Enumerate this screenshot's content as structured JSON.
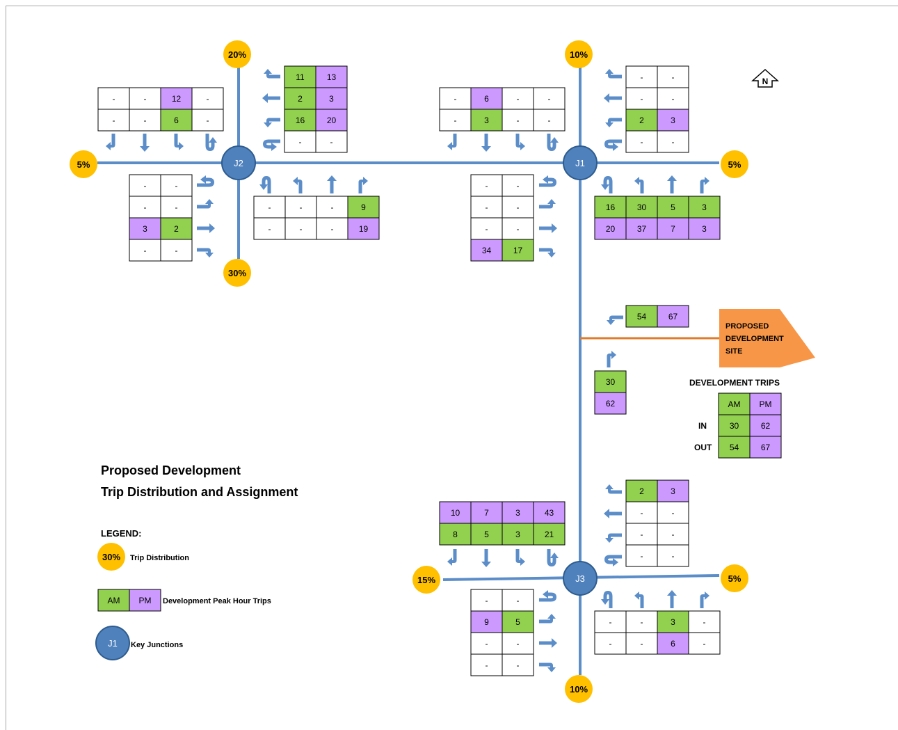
{
  "title": {
    "line1": "Proposed Development",
    "line2": "Trip Distribution and Assignment"
  },
  "north_label": "N",
  "legend": {
    "heading": "LEGEND:",
    "distribution_sample": "30%",
    "distribution_label": "Trip Distribution",
    "am": "AM",
    "pm": "PM",
    "trips_label": "Development Peak Hour Trips",
    "junction_sample": "J1",
    "junction_label": "Key Junctions"
  },
  "site_label": [
    "PROPOSED",
    "DEVELOPMENT",
    "SITE"
  ],
  "development_trips": {
    "title": "DEVELOPMENT TRIPS",
    "header": [
      "AM",
      "PM"
    ],
    "rows": [
      {
        "label": "IN",
        "am": "30",
        "pm": "62"
      },
      {
        "label": "OUT",
        "am": "54",
        "pm": "67"
      }
    ]
  },
  "colors": {
    "am": "#92d050",
    "pm": "#cc99ff",
    "empty": "#ffffff",
    "road": "#5b8dc9",
    "junction": "#4f81bd",
    "distribution": "#ffc000",
    "site": "#f79646",
    "site_access": "#e07b2a"
  },
  "junctions": [
    "J1",
    "J2",
    "J3"
  ],
  "distribution": {
    "j2_north": "20%",
    "j2_west": "5%",
    "j2_south": "30%",
    "j1_north": "10%",
    "j1_east": "5%",
    "j3_west": "15%",
    "j3_east": "5%",
    "j3_south": "10%"
  },
  "tables": {
    "j2_north": [
      [
        "-",
        "-",
        "12",
        "-"
      ],
      [
        "-",
        "-",
        "6",
        "-"
      ]
    ],
    "j2_east": [
      [
        "11",
        "13"
      ],
      [
        "2",
        "3"
      ],
      [
        "16",
        "20"
      ],
      [
        "-",
        "-"
      ]
    ],
    "j2_west": [
      [
        "-",
        "-"
      ],
      [
        "-",
        "-"
      ],
      [
        "3",
        "2"
      ],
      [
        "-",
        "-"
      ]
    ],
    "j2_south": [
      [
        "-",
        "-",
        "-",
        "9"
      ],
      [
        "-",
        "-",
        "-",
        "19"
      ]
    ],
    "j1_north": [
      [
        "-",
        "6",
        "-",
        "-"
      ],
      [
        "-",
        "3",
        "-",
        "-"
      ]
    ],
    "j1_east": [
      [
        "-",
        "-"
      ],
      [
        "-",
        "-"
      ],
      [
        "2",
        "3"
      ],
      [
        "-",
        "-"
      ]
    ],
    "j1_west": [
      [
        "-",
        "-"
      ],
      [
        "-",
        "-"
      ],
      [
        "-",
        "-"
      ],
      [
        "34",
        "17"
      ]
    ],
    "j1_south": [
      [
        "16",
        "30",
        "5",
        "3"
      ],
      [
        "20",
        "37",
        "7",
        "3"
      ]
    ],
    "site_out": [
      [
        "54",
        "67"
      ]
    ],
    "site_in": [
      [
        "30"
      ],
      [
        "62"
      ]
    ],
    "j3_north": [
      [
        "10",
        "7",
        "3",
        "43"
      ],
      [
        "8",
        "5",
        "3",
        "21"
      ]
    ],
    "j3_east": [
      [
        "2",
        "3"
      ],
      [
        "-",
        "-"
      ],
      [
        "-",
        "-"
      ],
      [
        "-",
        "-"
      ]
    ],
    "j3_west": [
      [
        "-",
        "-"
      ],
      [
        "9",
        "5"
      ],
      [
        "-",
        "-"
      ],
      [
        "-",
        "-"
      ]
    ],
    "j3_south": [
      [
        "-",
        "-",
        "3",
        "-"
      ],
      [
        "-",
        "-",
        "6",
        "-"
      ]
    ]
  },
  "table_colors": {
    "j2_north": [
      [
        "w",
        "w",
        "pm",
        "w"
      ],
      [
        "w",
        "w",
        "am",
        "w"
      ]
    ],
    "j2_east": [
      [
        "am",
        "pm"
      ],
      [
        "am",
        "pm"
      ],
      [
        "am",
        "pm"
      ],
      [
        "w",
        "w"
      ]
    ],
    "j2_west": [
      [
        "w",
        "w"
      ],
      [
        "w",
        "w"
      ],
      [
        "pm",
        "am"
      ],
      [
        "w",
        "w"
      ]
    ],
    "j2_south": [
      [
        "w",
        "w",
        "w",
        "am"
      ],
      [
        "w",
        "w",
        "w",
        "pm"
      ]
    ],
    "j1_north": [
      [
        "w",
        "pm",
        "w",
        "w"
      ],
      [
        "w",
        "am",
        "w",
        "w"
      ]
    ],
    "j1_east": [
      [
        "w",
        "w"
      ],
      [
        "w",
        "w"
      ],
      [
        "am",
        "pm"
      ],
      [
        "w",
        "w"
      ]
    ],
    "j1_west": [
      [
        "w",
        "w"
      ],
      [
        "w",
        "w"
      ],
      [
        "w",
        "w"
      ],
      [
        "pm",
        "am"
      ]
    ],
    "j1_south": [
      [
        "am",
        "am",
        "am",
        "am"
      ],
      [
        "pm",
        "pm",
        "pm",
        "pm"
      ]
    ],
    "site_out": [
      [
        "am",
        "pm"
      ]
    ],
    "site_in": [
      [
        "am"
      ],
      [
        "pm"
      ]
    ],
    "j3_north": [
      [
        "pm",
        "pm",
        "pm",
        "pm"
      ],
      [
        "am",
        "am",
        "am",
        "am"
      ]
    ],
    "j3_east": [
      [
        "am",
        "pm"
      ],
      [
        "w",
        "w"
      ],
      [
        "w",
        "w"
      ],
      [
        "w",
        "w"
      ]
    ],
    "j3_west": [
      [
        "w",
        "w"
      ],
      [
        "pm",
        "am"
      ],
      [
        "w",
        "w"
      ],
      [
        "w",
        "w"
      ]
    ],
    "j3_south": [
      [
        "w",
        "w",
        "am",
        "w"
      ],
      [
        "w",
        "w",
        "pm",
        "w"
      ]
    ]
  }
}
